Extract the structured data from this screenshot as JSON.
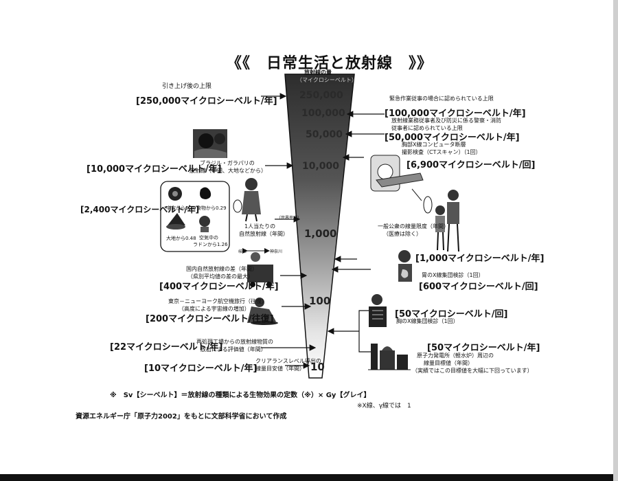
{
  "title": "《《　日常生活と放射線　》》",
  "axis": {
    "label_line1": "放射線の量",
    "label_line2": "（マイクロシーベルト）",
    "ticks": [
      "250,000",
      "100,000",
      "50,000",
      "10,000",
      "1,000",
      "100",
      "10"
    ]
  },
  "left": {
    "upper_limit_caption": "引き上げ後の上限",
    "upper_limit_value": "[250,000マイクロシーベルト/年]",
    "brazil_value": "[10,000マイクロシーベルト/年]",
    "brazil_caption_1": "ブラジル・ガラパリの",
    "brazil_caption_2": "放射線（年間、大地などから）",
    "natural_value": "[2,400マイクロシーベルト/年]",
    "inset_cosmic": "宇宙から0.39",
    "inset_food": "食物から0.29",
    "inset_earth": "大地から0.48",
    "inset_radon_1": "空気中の",
    "inset_radon_2": "ラドンから1.26",
    "world_avg": "（世界平均）",
    "natural_caption_1": "1人当たりの",
    "natural_caption_2": "自然放射線（年間）",
    "gifu": "岐阜",
    "kanagawa": "神奈川",
    "pref_caption_1": "国内自然放射線の差（年間）",
    "pref_caption_2": "（県別平均値の差の最大）",
    "pref_value": "[400マイクロシーベルト/年]",
    "flight_caption_1": "東京－ニューヨーク航空機旅行（往復）",
    "flight_caption_2": "（高度による宇宙線の増加）",
    "flight_value": "[200マイクロシーベルト/往復]",
    "reprocess_value": "[22マイクロシーベルト/年]",
    "reprocess_caption_1": "再処理工場からの放射線物質の",
    "reprocess_caption_2": "放出による評価値（年間）",
    "clearance_value": "[10マイクロシーベルト/年]",
    "clearance_caption_1": "クリアランスレベル導出の",
    "clearance_caption_2": "線量目安値（年間）"
  },
  "right": {
    "emergency_caption": "緊急作業従事の場合に認められている上限",
    "emergency_value": "[100,000マイクロシーベルト/年]",
    "worker_caption_1": "放射線業務従事者及び防災に係る警察・消防",
    "worker_caption_2": "従事者に認められている上限",
    "worker_value": "[50,000マイクロシーベルト/年]",
    "ct_caption_1": "胸部X線コンピュータ断層",
    "ct_caption_2": "撮影検査（CTスキャン）（1回）",
    "ct_value": "[6,900マイクロシーベルト/回]",
    "public_caption_1": "一般公衆の線量限度（年間）",
    "public_caption_2": "（医療は除く）",
    "public_value": "[1,000マイクロシーベルト/年]",
    "stomach_caption": "胃のX線集団検診（1回）",
    "stomach_value": "[600マイクロシーベルト/回]",
    "chest_value": "[50マイクロシーベルト/回]",
    "chest_caption": "胸のX線集団検診（1回）",
    "npp_value": "[50マイクロシーベルト/年]",
    "npp_caption_1": "原子力発電所（軽水炉）周辺の",
    "npp_caption_2": "線量目標値（年間）",
    "npp_caption_3": "（実績ではこの目標値を大幅に下回っています）"
  },
  "footer": {
    "note": "※　Sv【シーベルト】＝放射線の種類による生物効果の定数（※）× Gy【グレイ】",
    "note2": "※X線、γ線では　1",
    "source": "資源エネルギー庁「原子力2002」をもとに文部科学省において作成"
  }
}
